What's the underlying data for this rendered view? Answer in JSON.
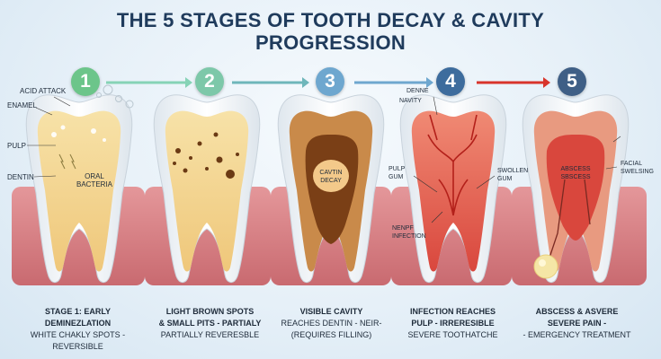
{
  "title": {
    "line1": "THE 5 STAGES OF TOOTH DECAY & CAVITY",
    "line2": "PROGRESSION"
  },
  "colors": {
    "badge1": "#6cc58a",
    "badge2": "#7dc8a9",
    "badge3": "#6ea7cf",
    "badge4": "#3d6c9d",
    "badge5": "#3f5f86",
    "arrow_start": "#7fd0b0",
    "arrow_end": "#d8342b",
    "gum": "#e08f91",
    "enamel": "#f4f8fb",
    "dentin": "#f1d38e",
    "cavity": "#8b4a1c",
    "infection": "#e0463c"
  },
  "stages": [
    {
      "number": "1",
      "caption_line1": "STAGE 1: EARLY",
      "caption_line2": "DEMINEZLATION",
      "caption_line3": "WHITE CHAKLY SPOTS - REVERSIBLE",
      "labels": {
        "acid_attack": "ACID ATTACK",
        "enamel": "ENAMEL",
        "pulp": "PULP",
        "dentin": "DENTIN",
        "oral": "ORAL",
        "bacteria": "BACTERIA"
      }
    },
    {
      "number": "2",
      "caption_line1": "LIGHT BROWN SPOTS",
      "caption_line2": "& SMALL PITS - PARTIALY",
      "caption_line3": "PARTIALLY REVERESBLE"
    },
    {
      "number": "3",
      "caption_line1": "VISIBLE CAVITY",
      "caption_line2": "REACHES DENTIN - NEIR-",
      "caption_line3": "(REQUIRES FILLING)",
      "labels": {
        "cavity": "CAVTIN",
        "decay": "DECAY"
      }
    },
    {
      "number": "4",
      "caption_line1": "INFECTION REACHES",
      "caption_line2": "PULP - IRRERESIBLE",
      "caption_line3": "SEVERE TOOTHATCHE",
      "labels": {
        "denne": "DENNE",
        "navity": "NAVITY",
        "pulp": "PULP",
        "gum": "GUM",
        "swollen": "SWOLLEN",
        "swollen_gum": "GUM",
        "nervf": "NENPF",
        "infection": "INFECTION"
      }
    },
    {
      "number": "5",
      "caption_line1": "ABSCESS & ASVERE",
      "caption_line2": "SEVERE PAIN -",
      "caption_line3": "- EMERGENCY TREATMENT",
      "labels": {
        "abscess": "ABSCESS",
        "sbscess": "SBSCESS",
        "facial": "FACIAL",
        "swelsing": "SWELSING"
      }
    }
  ]
}
